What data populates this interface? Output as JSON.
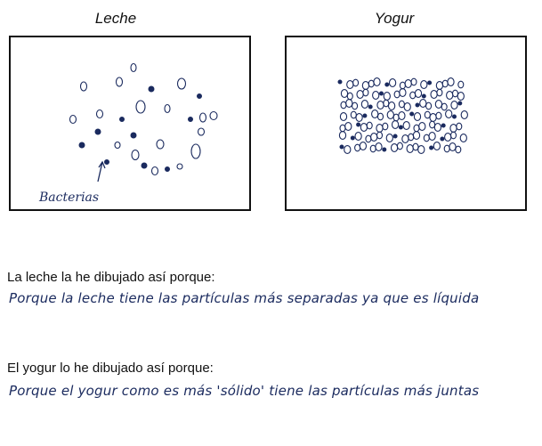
{
  "panels": {
    "left": {
      "title": "Leche",
      "annotation": "Bacterias"
    },
    "right": {
      "title": "Yogur"
    }
  },
  "questions": [
    {
      "prompt": "La leche la he dibujado así porque:",
      "answer": "Porque la leche tiene las partículas más separadas ya que es líquida"
    },
    {
      "prompt": "El yogur lo he dibujado así porque:",
      "answer": "Porque el yogur como es más 'sólido' tiene las partículas más juntas"
    }
  ],
  "colors": {
    "ink": "#1a2a5e",
    "border": "#111111"
  }
}
